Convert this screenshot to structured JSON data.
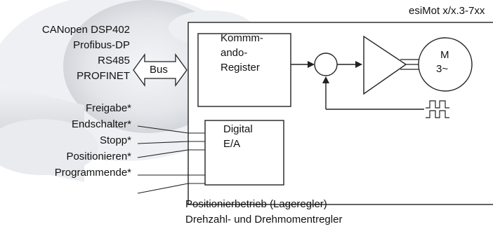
{
  "device_title": "esiMot x/x.3-7xx",
  "bus_interfaces": [
    "CANopen DSP402",
    "Profibus-DP",
    "RS485",
    "PROFINET"
  ],
  "bus_label": "Bus",
  "command_register_lines": [
    "Kommm-",
    "ando-",
    "Register"
  ],
  "motor_label_lines": [
    "M",
    "3~"
  ],
  "digital_io_lines": [
    "Digital",
    "E/A"
  ],
  "digital_signals": [
    "Freigabe*",
    "Endschalter*",
    "Stopp*",
    "Positionieren*",
    "Programmende*"
  ],
  "mode_lines": [
    "Positionierbetrieb (Lageregler)",
    "Drehzahl- und Drehmomentregler"
  ],
  "colors": {
    "line": "#222222",
    "frame_fill": "#ffffff",
    "background_photo": "#e6e8ec"
  },
  "icons": {
    "feedback_encoder": "square-pulse-icon",
    "amplifier": "triangle-amplifier-icon",
    "motor": "motor-circle-icon"
  }
}
